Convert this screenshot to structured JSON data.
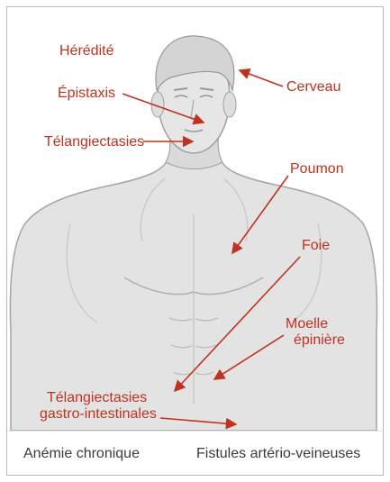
{
  "labels": {
    "heredite": "Hérédité",
    "epistaxis": "Épistaxis",
    "telangiectasies": "Télangiectasies",
    "cerveau": "Cerveau",
    "poumon": "Poumon",
    "foie": "Foie",
    "moelle_line1": "Moelle",
    "moelle_line2": "épinière",
    "tgi_line1": "Télangiectasies",
    "tgi_line2": "gastro-intestinales"
  },
  "footer": {
    "left": "Anémie chronique",
    "right": "Fistules artério-veineuses"
  },
  "colors": {
    "label": "#c0321e",
    "body_fill": "#e3e3e3",
    "body_stroke": "#9a9a9a",
    "hair": "#d6d6d6"
  }
}
